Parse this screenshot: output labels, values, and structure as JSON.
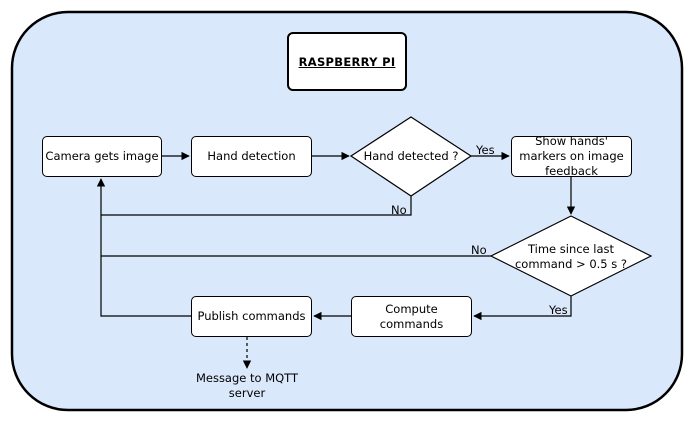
{
  "title": "RASPBERRY PI",
  "colors": {
    "panel_fill": "#dae8fc",
    "stroke": "#000000",
    "node_fill": "#ffffff"
  },
  "nodes": {
    "camera": "Camera gets image",
    "hand_detection": "Hand detection",
    "hand_detected": "Hand detected ?",
    "show_markers": "Show hands' markers on image feedback",
    "time_check": "Time since last command > 0.5 s ?",
    "compute": "Compute commands",
    "publish": "Publish commands",
    "mqtt": "Message to MQTT server"
  },
  "edges": {
    "hand_yes": "Yes",
    "hand_no": "No",
    "time_no": "No",
    "time_yes": "Yes"
  }
}
